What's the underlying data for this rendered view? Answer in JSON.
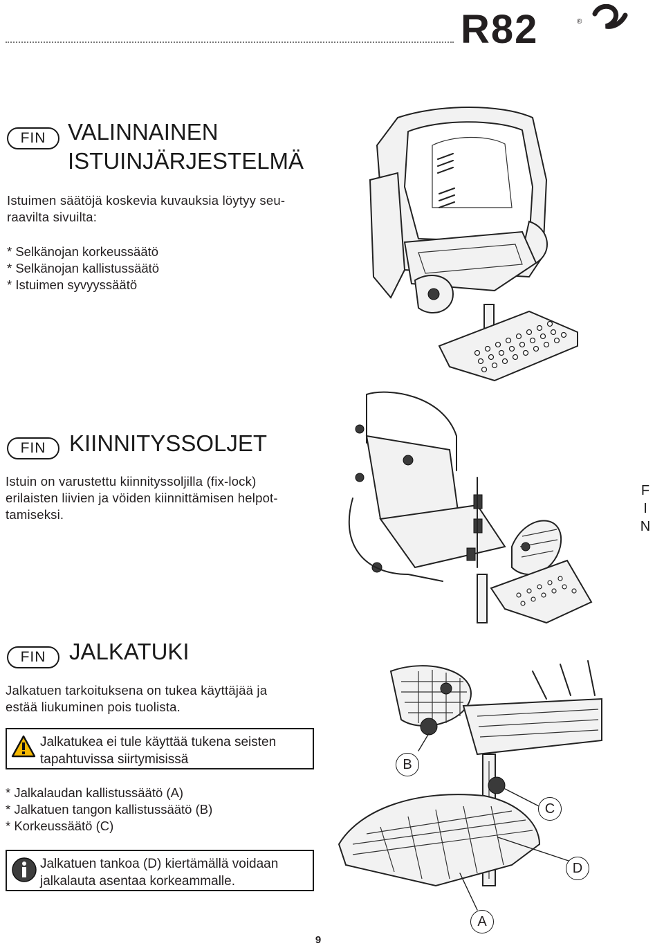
{
  "header": {
    "brand": "R82"
  },
  "sections": [
    {
      "badge": "FIN",
      "title_lines": [
        "VALINNAINEN",
        "ISTUINJÄRJESTELMÄ"
      ],
      "paragraph_lines": [
        "Istuimen säätöjä koskevia kuvauksia löytyy seu-",
        "raavilta sivuilta:"
      ],
      "list": [
        "* Selkänojan korkeussäätö",
        "* Selkänojan kallistussäätö",
        "* Istuimen syvyyssäätö"
      ]
    },
    {
      "badge": "FIN",
      "title": "KIINNITYSSOLJET",
      "paragraph_lines": [
        "Istuin on varustettu kiinnityssoljilla (fix-lock)",
        "erilaisten liivien ja vöiden kiinnittämisen helpot-",
        "tamiseksi."
      ]
    },
    {
      "badge": "FIN",
      "title": "JALKATUKI",
      "paragraph_lines": [
        "Jalkatuen tarkoituksena on tukea käyttäjää ja",
        "estää liukuminen pois tuolista."
      ],
      "warning_lines": [
        "Jalkatukea ei tule käyttää tukena seisten",
        "tapahtuvissa siirtymisissä"
      ],
      "list": [
        "* Jalkalaudan kallistussäätö (A)",
        "* Jalkatuen tangon kallistussäätö (B)",
        "* Korkeussäätö (C)"
      ],
      "info_lines": [
        "Jalkatuen tankoa (D) kiertämällä voidaan",
        "jalkalauta asentaa korkeammalle."
      ],
      "callouts": [
        "B",
        "C",
        "D",
        "A"
      ]
    }
  ],
  "side_tab": [
    "F",
    "I",
    "N"
  ],
  "page_number": "9"
}
